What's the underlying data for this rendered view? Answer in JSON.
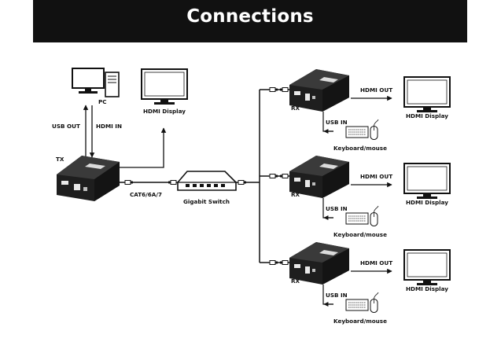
{
  "header": {
    "title": "Connections"
  },
  "colors": {
    "header_bg": "#111111",
    "line": "#111111",
    "device": "#2b2b2b"
  },
  "labels": {
    "pc": "PC",
    "usb_out": "USB OUT",
    "hdmi_in": "HDMI IN",
    "tx": "TX",
    "hdmi_display_top": "HDMI Display",
    "cable": "CAT6/6A/7",
    "switch": "Gigabit Switch"
  },
  "receivers": [
    {
      "rx": "RX",
      "hdmi_out": "HDMI OUT",
      "usb_in": "USB IN",
      "display": "HDMI Display",
      "peripheral": "Keyboard/mouse"
    },
    {
      "rx": "RX",
      "hdmi_out": "HDMI OUT",
      "usb_in": "USB IN",
      "display": "HDMI Display",
      "peripheral": "Keyboard/mouse"
    },
    {
      "rx": "RX",
      "hdmi_out": "HDMI OUT",
      "usb_in": "USB IN",
      "display": "HDMI Display",
      "peripheral": "Keyboard/mouse"
    }
  ],
  "icons": [
    "pc-icon",
    "monitor-icon",
    "tx-extender-icon",
    "rx-extender-icon",
    "switch-icon",
    "keyboard-icon",
    "mouse-icon",
    "rj45-plug-icon"
  ]
}
